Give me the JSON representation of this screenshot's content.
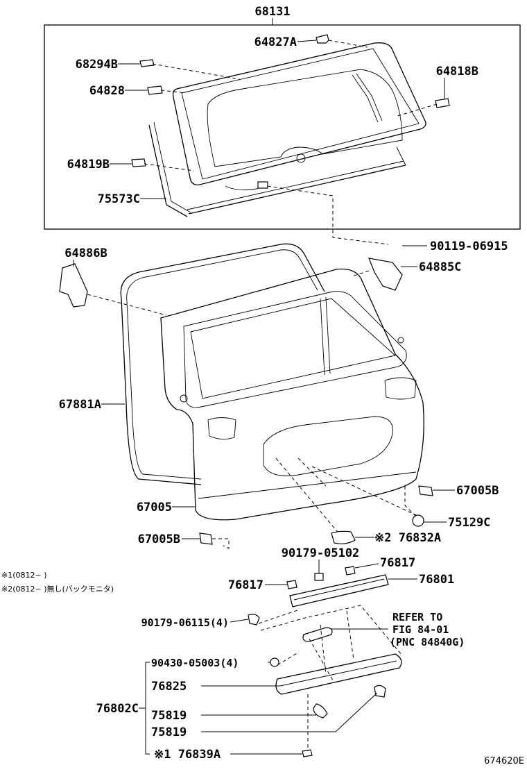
{
  "diagram": {
    "callouts": [
      {
        "id": "c68131",
        "text": "68131"
      },
      {
        "id": "c64827A",
        "text": "64827A"
      },
      {
        "id": "c68294B",
        "text": "68294B"
      },
      {
        "id": "c64818B",
        "text": "64818B"
      },
      {
        "id": "c64828",
        "text": "64828"
      },
      {
        "id": "c64819B",
        "text": "64819B"
      },
      {
        "id": "c75573C",
        "text": "75573C"
      },
      {
        "id": "c90119",
        "text": "90119-06915"
      },
      {
        "id": "c64886B",
        "text": "64886B"
      },
      {
        "id": "c64885C",
        "text": "64885C"
      },
      {
        "id": "c67881A",
        "text": "67881A"
      },
      {
        "id": "c67005",
        "text": "67005"
      },
      {
        "id": "c67005B_r",
        "text": "67005B"
      },
      {
        "id": "c75129C",
        "text": "75129C"
      },
      {
        "id": "c67005B_l",
        "text": "67005B"
      },
      {
        "id": "c76832A",
        "text": "※2 76832A"
      },
      {
        "id": "c90179_05102",
        "text": "90179-05102"
      },
      {
        "id": "c76817_r",
        "text": "76817"
      },
      {
        "id": "c76817_l",
        "text": "76817"
      },
      {
        "id": "c76801",
        "text": "76801"
      },
      {
        "id": "c90179_06115",
        "text": "90179-06115(4)"
      },
      {
        "id": "c90430",
        "text": "90430-05003(4)"
      },
      {
        "id": "c76825",
        "text": "76825"
      },
      {
        "id": "c76802C",
        "text": "76802C"
      },
      {
        "id": "c75819_a",
        "text": "75819"
      },
      {
        "id": "c75819_b",
        "text": "75819"
      },
      {
        "id": "c76839A",
        "text": "※1 76839A"
      }
    ],
    "refer": {
      "line1": "REFER TO",
      "line2": "FIG 84-01",
      "line3": "(PNC 84840G)"
    },
    "notes": [
      {
        "id": "n1",
        "text": "※1(0812~    )"
      },
      {
        "id": "n2",
        "text": "※2(0812~    )無し(バックモニタ)"
      }
    ],
    "code": "674620E"
  }
}
